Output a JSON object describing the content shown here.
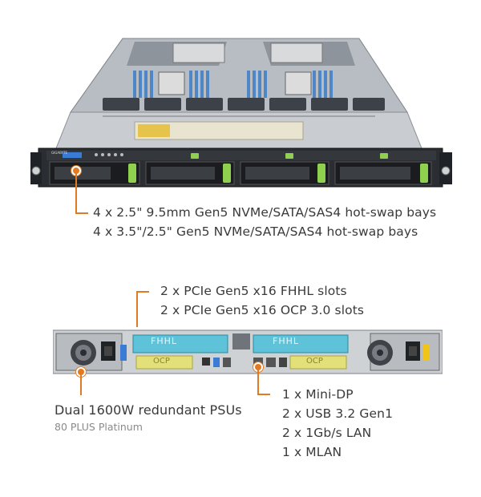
{
  "colors": {
    "accent": "#e07b23",
    "green_latch": "#8fd14f",
    "fhhl_blue": "#5ec3d8",
    "ocp_yellow": "#e3e07a",
    "chassis_gray": "#c9ccd0"
  },
  "front": {
    "brand_label": "GIGABYTE",
    "bays_line_1": "4 x 2.5\" 9.5mm Gen5 NVMe/SATA/SAS4 hot-swap bays",
    "bays_line_2": "4 x 3.5\"/2.5\" Gen5 NVMe/SATA/SAS4 hot-swap bays"
  },
  "rear": {
    "fhhl_label": "FHHL",
    "ocp_label": "OCP",
    "pcie_line_1": "2 x PCIe Gen5 x16 FHHL slots",
    "pcie_line_2": "2 x PCIe Gen5 x16 OCP 3.0 slots",
    "psu_title": "Dual 1600W redundant PSUs",
    "psu_subtitle": "80 PLUS Platinum",
    "io_lines": [
      "1 x Mini-DP",
      "2 x USB 3.2 Gen1",
      "2 x 1Gb/s LAN",
      "1 x MLAN"
    ]
  },
  "icons": {
    "fan": "fan-icon",
    "power_inlet": "power-inlet-icon",
    "screw": "thumb-screw-icon"
  }
}
